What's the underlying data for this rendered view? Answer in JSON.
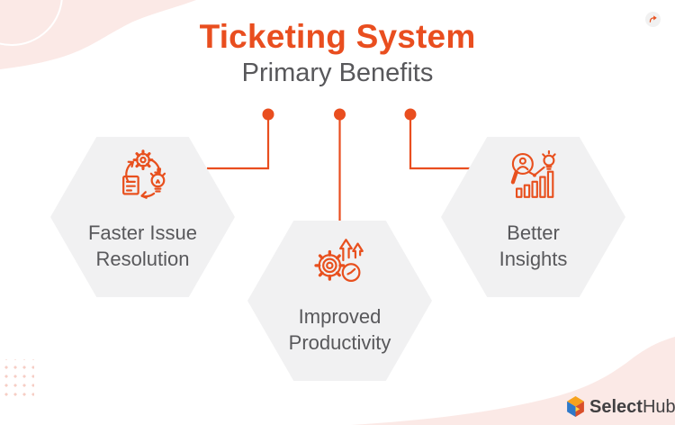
{
  "header": {
    "title": "Ticketing System",
    "subtitle": "Primary Benefits"
  },
  "benefits": [
    {
      "label_line1": "Faster Issue",
      "label_line2": "Resolution",
      "icon": "issue-resolution-cycle-icon"
    },
    {
      "label_line1": "Improved",
      "label_line2": "Productivity",
      "icon": "productivity-gear-clock-icon"
    },
    {
      "label_line1": "Better",
      "label_line2": "Insights",
      "icon": "insights-analysis-icon"
    }
  ],
  "footer": {
    "logo_select": "Select",
    "logo_hub": "Hub"
  },
  "icons": {
    "top_right": "share-arrow-icon",
    "logo_mark": "selecthub-cube-icon"
  },
  "colors": {
    "accent": "#E94E1F",
    "icon_stroke": "#E8501E",
    "text_gray": "#58585B",
    "hexagon_fill": "#F1F1F2",
    "pink_decoration": "#FBE9E6",
    "dots_pink": "#F6CEC5",
    "logo_text": "#414042",
    "logo_blue": "#2E79C9",
    "logo_orange": "#F6A21D",
    "logo_red": "#D94F2B",
    "logo_yellow": "#FFD23F"
  }
}
